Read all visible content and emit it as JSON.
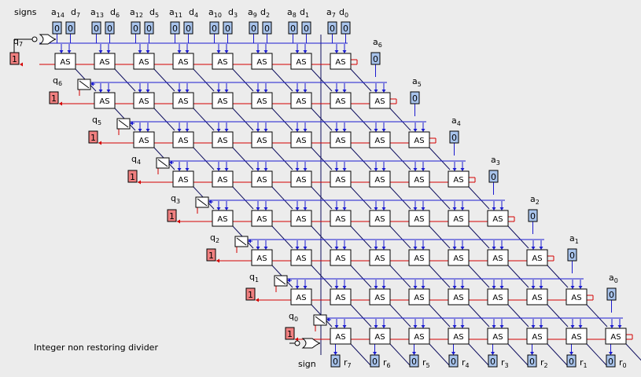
{
  "labels": {
    "signs": "signs",
    "sign": "sign",
    "caption": "Integer non restoring divider"
  },
  "cell_label": "AS",
  "top_inputs": [
    {
      "a": "a",
      "asub": "14",
      "d": "d",
      "dsub": "7",
      "values": [
        "0",
        "0"
      ]
    },
    {
      "a": "a",
      "asub": "13",
      "d": "d",
      "dsub": "6",
      "values": [
        "0",
        "0"
      ]
    },
    {
      "a": "a",
      "asub": "12",
      "d": "d",
      "dsub": "5",
      "values": [
        "0",
        "0"
      ]
    },
    {
      "a": "a",
      "asub": "11",
      "d": "d",
      "dsub": "4",
      "values": [
        "0",
        "0"
      ]
    },
    {
      "a": "a",
      "asub": "10",
      "d": "d",
      "dsub": "3",
      "values": [
        "0",
        "0"
      ]
    },
    {
      "a": "a",
      "asub": "9",
      "d": "d",
      "dsub": "2",
      "values": [
        "0",
        "0"
      ]
    },
    {
      "a": "a",
      "asub": "8",
      "d": "d",
      "dsub": "1",
      "values": [
        "0",
        "0"
      ]
    },
    {
      "a": "a",
      "asub": "7",
      "d": "d",
      "dsub": "0",
      "values": [
        "0",
        "0"
      ]
    }
  ],
  "side_inputs": [
    {
      "label": "a",
      "sub": "6",
      "value": "0"
    },
    {
      "label": "a",
      "sub": "5",
      "value": "0"
    },
    {
      "label": "a",
      "sub": "4",
      "value": "0"
    },
    {
      "label": "a",
      "sub": "3",
      "value": "0"
    },
    {
      "label": "a",
      "sub": "2",
      "value": "0"
    },
    {
      "label": "a",
      "sub": "1",
      "value": "0"
    },
    {
      "label": "a",
      "sub": "0",
      "value": "0"
    }
  ],
  "quotients": [
    {
      "label": "q",
      "sub": "7",
      "value": "1"
    },
    {
      "label": "q",
      "sub": "6",
      "value": "1"
    },
    {
      "label": "q",
      "sub": "5",
      "value": "1"
    },
    {
      "label": "q",
      "sub": "4",
      "value": "1"
    },
    {
      "label": "q",
      "sub": "3",
      "value": "1"
    },
    {
      "label": "q",
      "sub": "2",
      "value": "1"
    },
    {
      "label": "q",
      "sub": "1",
      "value": "1"
    },
    {
      "label": "q",
      "sub": "0",
      "value": "1"
    }
  ],
  "remainders": [
    {
      "label": "r",
      "sub": "7",
      "value": "0"
    },
    {
      "label": "r",
      "sub": "6",
      "value": "0"
    },
    {
      "label": "r",
      "sub": "5",
      "value": "0"
    },
    {
      "label": "r",
      "sub": "4",
      "value": "0"
    },
    {
      "label": "r",
      "sub": "3",
      "value": "0"
    },
    {
      "label": "r",
      "sub": "2",
      "value": "0"
    },
    {
      "label": "r",
      "sub": "1",
      "value": "0"
    },
    {
      "label": "r",
      "sub": "0",
      "value": "0"
    }
  ],
  "colors": {
    "background": "#ececec",
    "value_box": "#a9c4ec",
    "quotient_box": "#f08080",
    "wire_blue": "#1a1ad0",
    "wire_red": "#d40000",
    "wire_dark": "#101060",
    "cell_fill": "#ffffff"
  }
}
